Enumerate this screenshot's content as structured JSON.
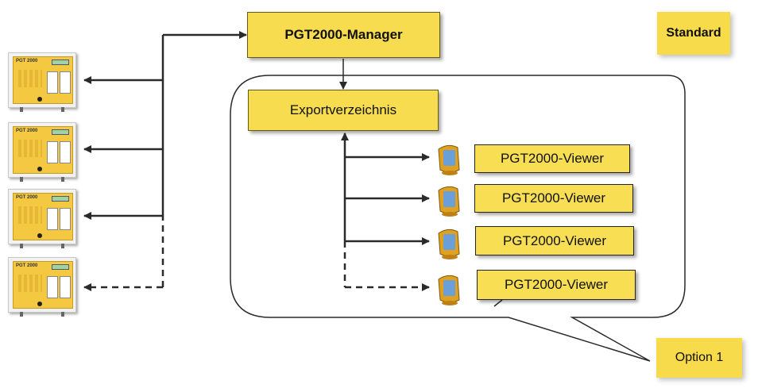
{
  "nodes": {
    "manager": "PGT2000-Manager",
    "export": "Exportverzeichnis",
    "viewers": [
      "PGT2000-Viewer",
      "PGT2000-Viewer",
      "PGT2000-Viewer",
      "PGT2000-Viewer"
    ]
  },
  "tags": {
    "standard": "Standard",
    "option1": "Option 1"
  },
  "devices": [
    {
      "label": "PGT 2000"
    },
    {
      "label": "PGT 2000"
    },
    {
      "label": "PGT 2000"
    },
    {
      "label": "PGT 2000"
    }
  ],
  "colors": {
    "box_fill": "#f6dc4e",
    "line": "#2a2a2a",
    "monitor_body": "#e0a020",
    "monitor_screen": "#6a9fd8"
  }
}
